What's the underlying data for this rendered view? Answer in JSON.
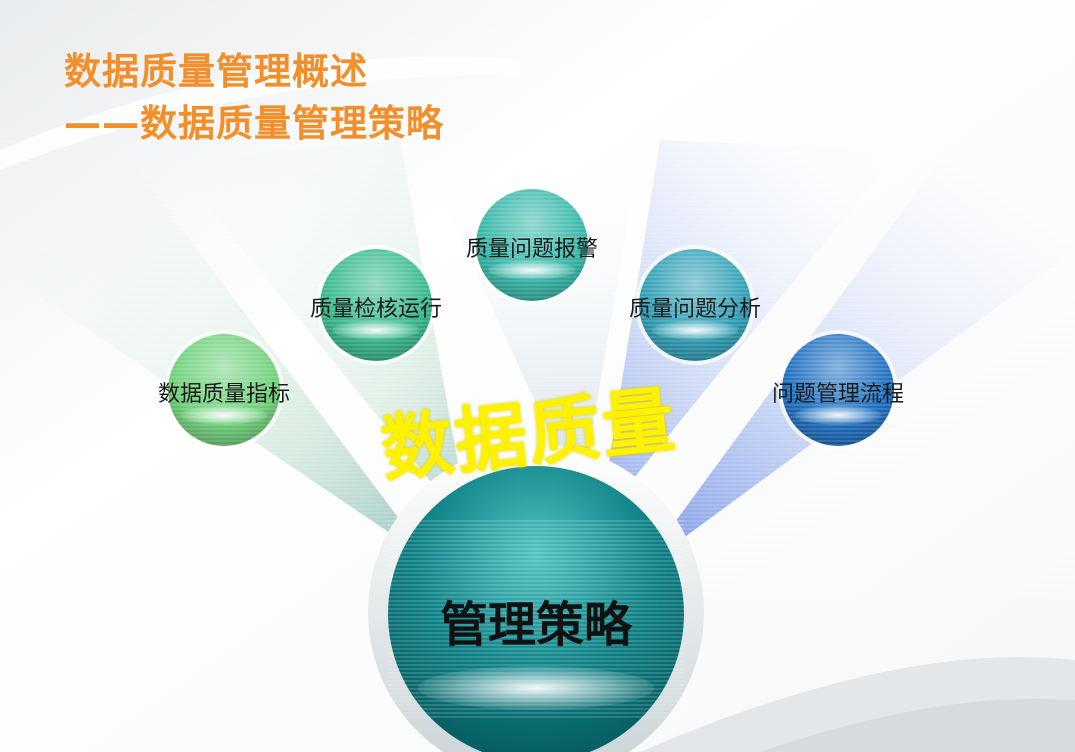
{
  "title": {
    "line1": "数据质量管理概述",
    "line2": "——数据质量管理策略"
  },
  "nodes": [
    {
      "label": "数据质量指标",
      "color": "#6fd07a"
    },
    {
      "label": "质量检核运行",
      "color": "#37b98c"
    },
    {
      "label": "质量问题报警",
      "color": "#36b7a8"
    },
    {
      "label": "质量问题分析",
      "color": "#2f9fb5"
    },
    {
      "label": "问题管理流程",
      "color": "#1e6fc0"
    }
  ],
  "arc_text": "数据质量",
  "hub": {
    "label": "管理策略",
    "color": "#0f7e82"
  },
  "colors": {
    "title": "#f28f2a",
    "arc_text": "#fff200"
  }
}
